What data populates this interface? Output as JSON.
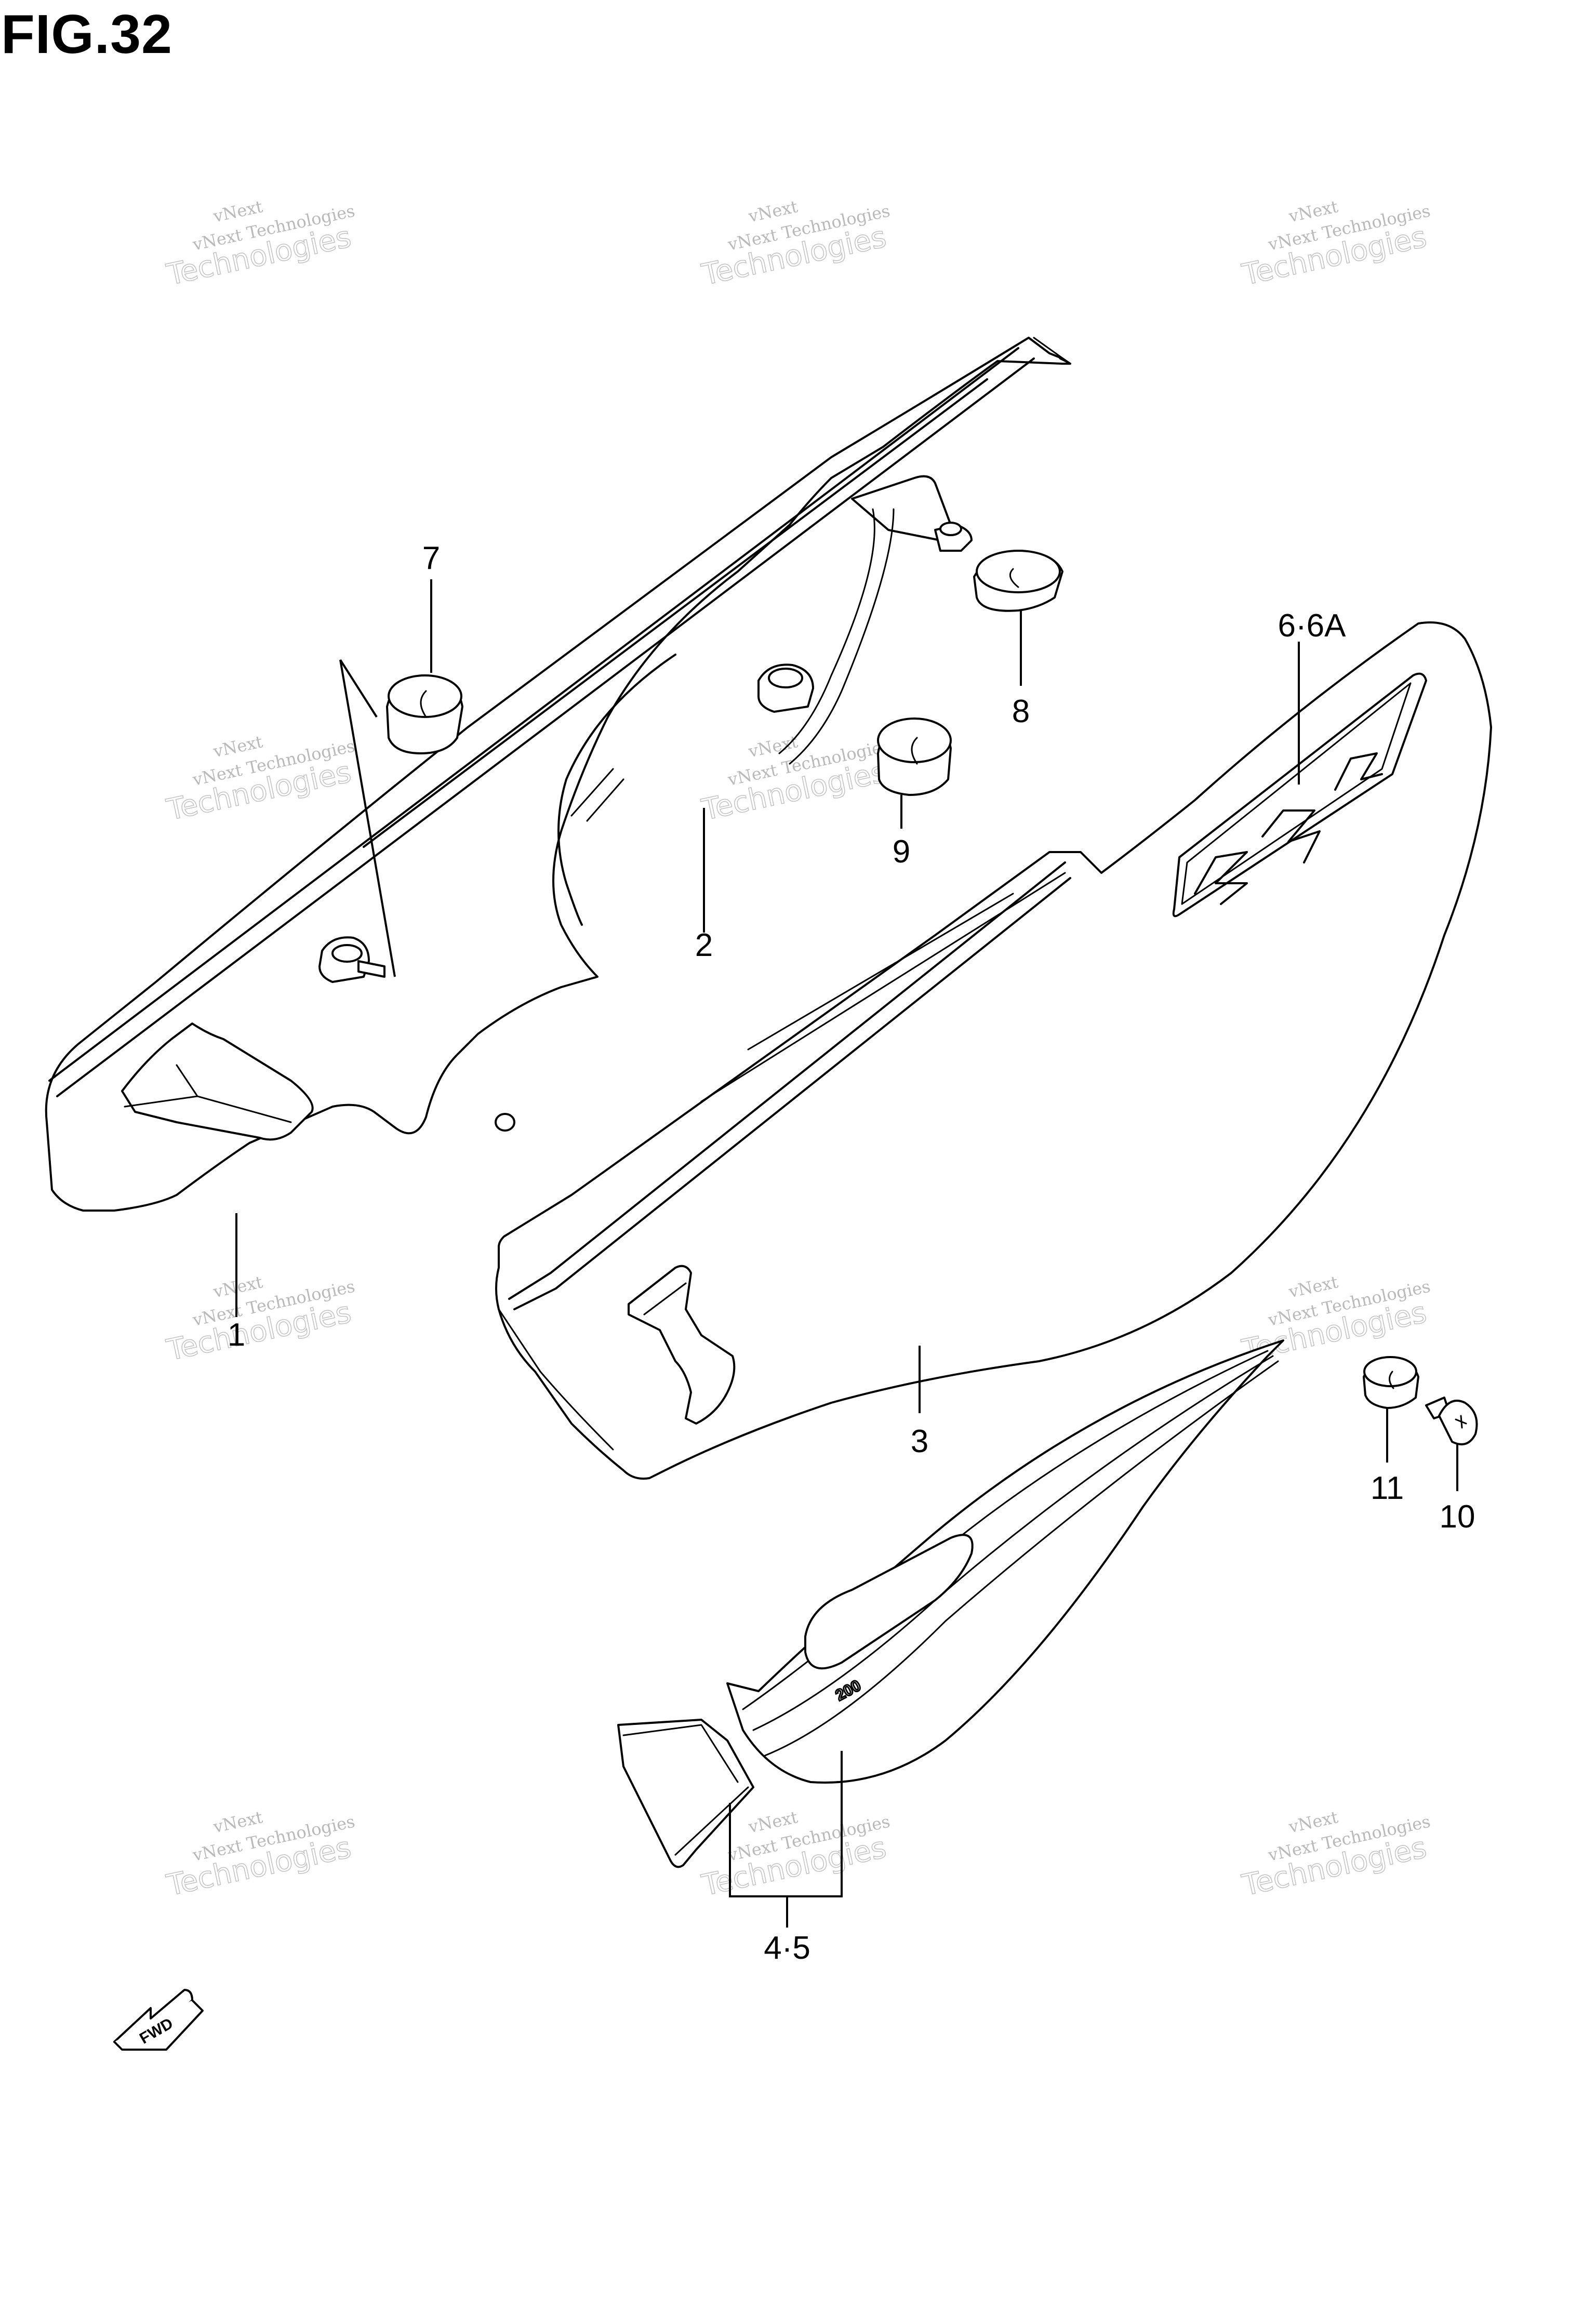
{
  "figure": {
    "title": "FIG.32"
  },
  "callouts": [
    {
      "id": "1",
      "label": "1"
    },
    {
      "id": "2",
      "label": "2"
    },
    {
      "id": "3",
      "label": "3"
    },
    {
      "id": "4-5",
      "label": "4·5"
    },
    {
      "id": "6-6a",
      "label": "6·6A"
    },
    {
      "id": "7",
      "label": "7"
    },
    {
      "id": "8",
      "label": "8"
    },
    {
      "id": "9",
      "label": "9"
    },
    {
      "id": "10",
      "label": "10"
    },
    {
      "id": "11",
      "label": "11"
    }
  ],
  "watermark": {
    "line1": "vNext",
    "line2": "vNext Technologies",
    "line3": "Technologies"
  },
  "direction_marker": {
    "label": "FWD"
  },
  "decal_text": "200"
}
